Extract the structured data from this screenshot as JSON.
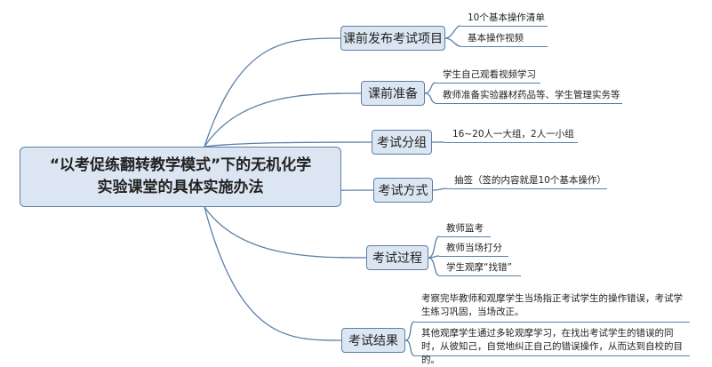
{
  "root": {
    "line1": "“以考促练翻转教学模式”下的无机化学",
    "line2": "实验课堂的具体实施办法"
  },
  "branches": [
    {
      "label": "课前发布考试项目",
      "leaves": [
        "10个基本操作清单",
        "基本操作视频"
      ]
    },
    {
      "label": "课前准备",
      "leaves": [
        "学生自己观看视频学习",
        "教师准备实验器材药品等、学生管理实务等"
      ]
    },
    {
      "label": "考试分组",
      "leaves": [
        "16~20人一大组，2人一小组"
      ]
    },
    {
      "label": "考试方式",
      "leaves": [
        "抽签（签的内容就是10个基本操作）"
      ]
    },
    {
      "label": "考试过程",
      "leaves": [
        "教师监考",
        "教师当场打分",
        "学生观摩“找错”"
      ]
    },
    {
      "label": "考试结果",
      "leaves": [
        "考察完毕教师和观摩学生当场指正考试学生的操作错误，考试学生练习巩固，当场改正。",
        "其他观摩学生通过多轮观摩学习，在找出考试学生的错误的同时，从彼知己，自觉地纠正自己的错误操作，从而达到自校的目的。"
      ]
    }
  ],
  "colors": {
    "line": "#5b7fa8",
    "node_fill": "#dce6f2"
  }
}
